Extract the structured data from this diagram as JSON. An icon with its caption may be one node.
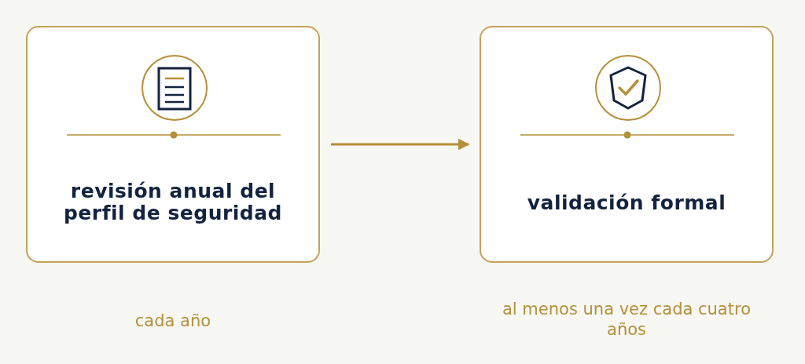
{
  "diagram": {
    "nodes": [
      {
        "text": [
          "revisión anual del perfil de seguridad"
        ],
        "beside": [
          "cada año"
        ]
      },
      {
        "text": [
          "validación formal"
        ],
        "beside": [
          "al menos una vez cada cuatro años"
        ]
      }
    ],
    "edges": [
      {
        "from": 0,
        "to": 1,
        "arrow": "to"
      }
    ]
  }
}
